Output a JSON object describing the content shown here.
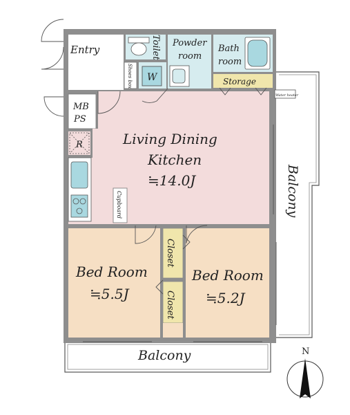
{
  "colors": {
    "wall": "#8e8e8e",
    "living_floor": "#f3dcdc",
    "bedroom_floor": "#f6dfc4",
    "wet_area": "#d6ecef",
    "closet": "#f0e6ac",
    "storage": "#f0e6ac",
    "fixture_blue": "#a9d8e0",
    "line": "#555555"
  },
  "rooms": {
    "entry": "Entry",
    "toilet": "Toilet",
    "powder_room": [
      "Powder",
      "room"
    ],
    "bath_room": [
      "Bath",
      "room"
    ],
    "storage": "Storage",
    "shoes_box": "Shoes box",
    "washer": "W",
    "mb_ps": [
      "MB",
      "PS"
    ],
    "refrigerator": "R",
    "ldk": [
      "Living Dining",
      "Kitchen"
    ],
    "ldk_area": "≒14.0J",
    "cupboard": "Cupboard",
    "bedroom_left": "Bed Room",
    "bedroom_left_area": "≒5.5J",
    "bedroom_right": "Bed Room",
    "bedroom_right_area": "≒5.2J",
    "closet_upper": "Closet",
    "closet_lower": "Closet",
    "balcony_east": "Balcony",
    "balcony_south": "Balcony",
    "water_heater": "Water heater"
  },
  "compass": {
    "north_label": "N"
  }
}
